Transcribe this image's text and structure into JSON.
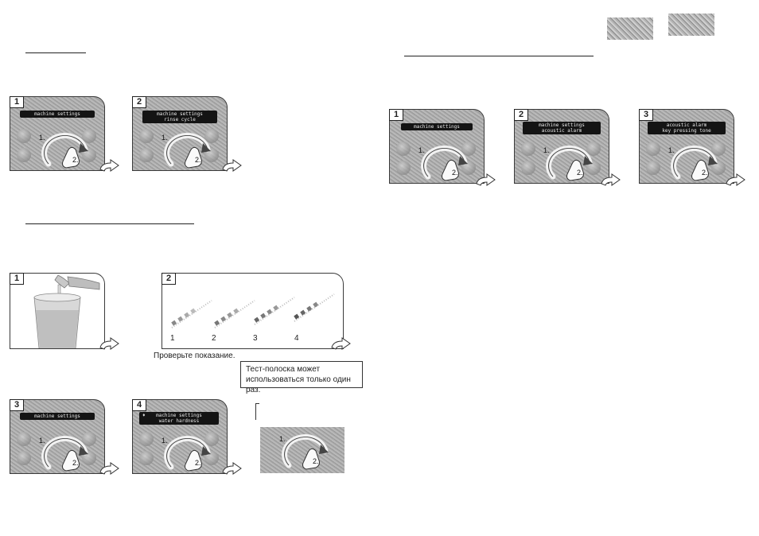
{
  "top_left_panels": [
    {
      "step": "1",
      "display_lines": [
        "machine settings"
      ]
    },
    {
      "step": "2",
      "display_lines": [
        "machine settings",
        "rinse cycle"
      ]
    }
  ],
  "top_right_panels": [
    {
      "step": "1",
      "display_lines": [
        "machine settings"
      ]
    },
    {
      "step": "2",
      "display_lines": [
        "machine settings",
        "acoustic alarm"
      ]
    },
    {
      "step": "3",
      "display_lines": [
        "acoustic alarm",
        "key pressing tone"
      ]
    }
  ],
  "water_test": {
    "step1": "1",
    "step2": "2",
    "strip_numbers": [
      "1",
      "2",
      "3",
      "4"
    ],
    "check_caption": "Проверьте показание.",
    "note_lines": [
      "Тест-полоска может",
      "использоваться только один раз."
    ]
  },
  "bottom_panels": [
    {
      "step": "3",
      "display_lines": [
        "machine settings"
      ]
    },
    {
      "step": "4",
      "display_lines": [
        "machine settings",
        "water hardness"
      ]
    },
    {
      "step": "",
      "display_lines": []
    }
  ],
  "gesture_labels": {
    "first": "1.",
    "second": "2."
  },
  "colors": {
    "display_bg": "#141414",
    "panel_gray": "#a8a8a8",
    "ink": "#222222"
  }
}
